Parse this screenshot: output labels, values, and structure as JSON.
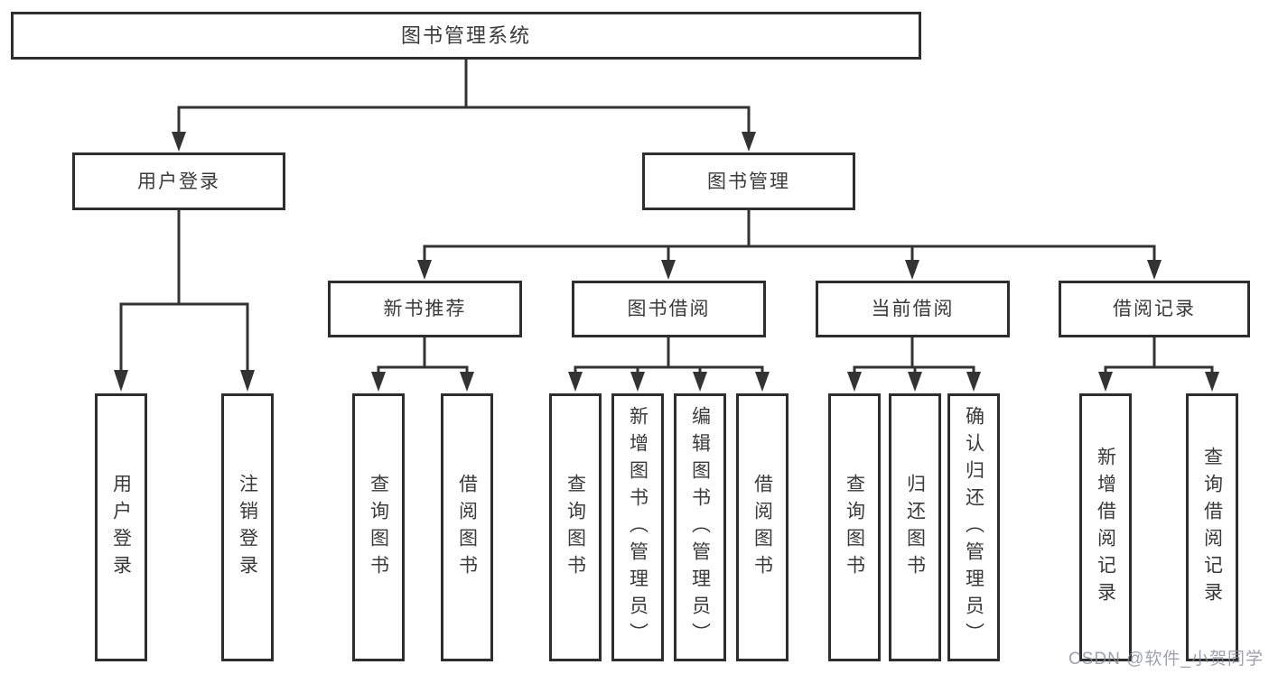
{
  "diagram": {
    "root": {
      "label": "图书管理系统"
    },
    "branches": [
      {
        "label": "用户登录",
        "children": [
          {
            "label": "用户登录"
          },
          {
            "label": "注销登录"
          }
        ]
      },
      {
        "label": "图书管理",
        "children": [
          {
            "label": "新书推荐",
            "children": [
              {
                "label": "查询图书"
              },
              {
                "label": "借阅图书"
              }
            ]
          },
          {
            "label": "图书借阅",
            "children": [
              {
                "label": "查询图书"
              },
              {
                "label": "新增图书（管理员）"
              },
              {
                "label": "编辑图书（管理员）"
              },
              {
                "label": "借阅图书"
              }
            ]
          },
          {
            "label": "当前借阅",
            "children": [
              {
                "label": "查询图书"
              },
              {
                "label": "归还图书"
              },
              {
                "label": "确认归还（管理员）"
              }
            ]
          },
          {
            "label": "借阅记录",
            "children": [
              {
                "label": "新增借阅记录"
              },
              {
                "label": "查询借阅记录"
              }
            ]
          }
        ]
      }
    ]
  },
  "watermark": {
    "text": "CSDN @软件_小贺同学"
  },
  "colors": {
    "line": "#333333",
    "box_border": "#2e2e2e",
    "text": "#3a3a3a",
    "watermark": "#878998",
    "background": "#ffffff"
  }
}
